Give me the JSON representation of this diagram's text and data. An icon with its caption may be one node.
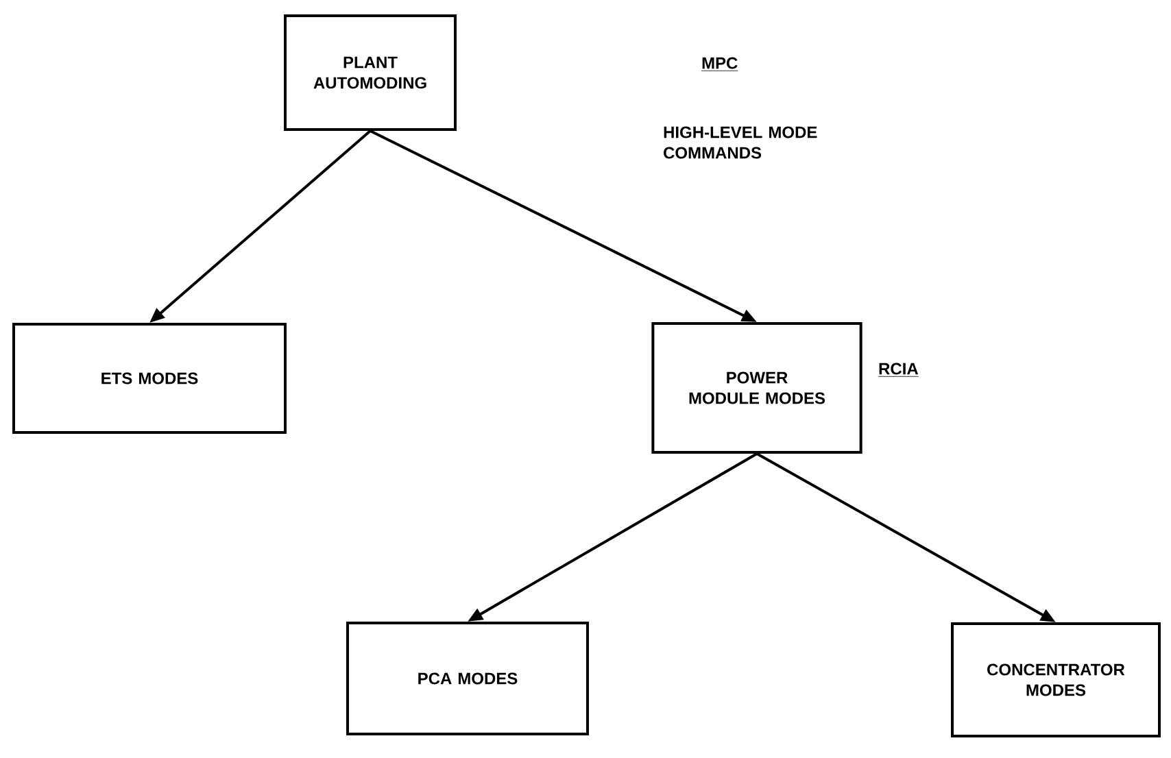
{
  "diagram": {
    "nodes": [
      {
        "text": [
          "PLANT AUTOMODING"
        ]
      },
      {
        "text": [
          "ETS MODES"
        ]
      },
      {
        "text": [
          "POWER MODULE MODES"
        ]
      },
      {
        "text": [
          "PCA MODES"
        ]
      },
      {
        "text": [
          "CONCENTRATOR MODES"
        ]
      }
    ],
    "edges": [
      {
        "from": 0,
        "to": 1,
        "arrow": "to"
      },
      {
        "from": 0,
        "to": 2,
        "arrow": "to"
      },
      {
        "from": 2,
        "to": 3,
        "arrow": "to"
      },
      {
        "from": 2,
        "to": 4,
        "arrow": "to"
      }
    ],
    "labels": [
      "MPC",
      "HIGH-LEVEL MODE COMMANDS",
      "RCIA"
    ]
  }
}
